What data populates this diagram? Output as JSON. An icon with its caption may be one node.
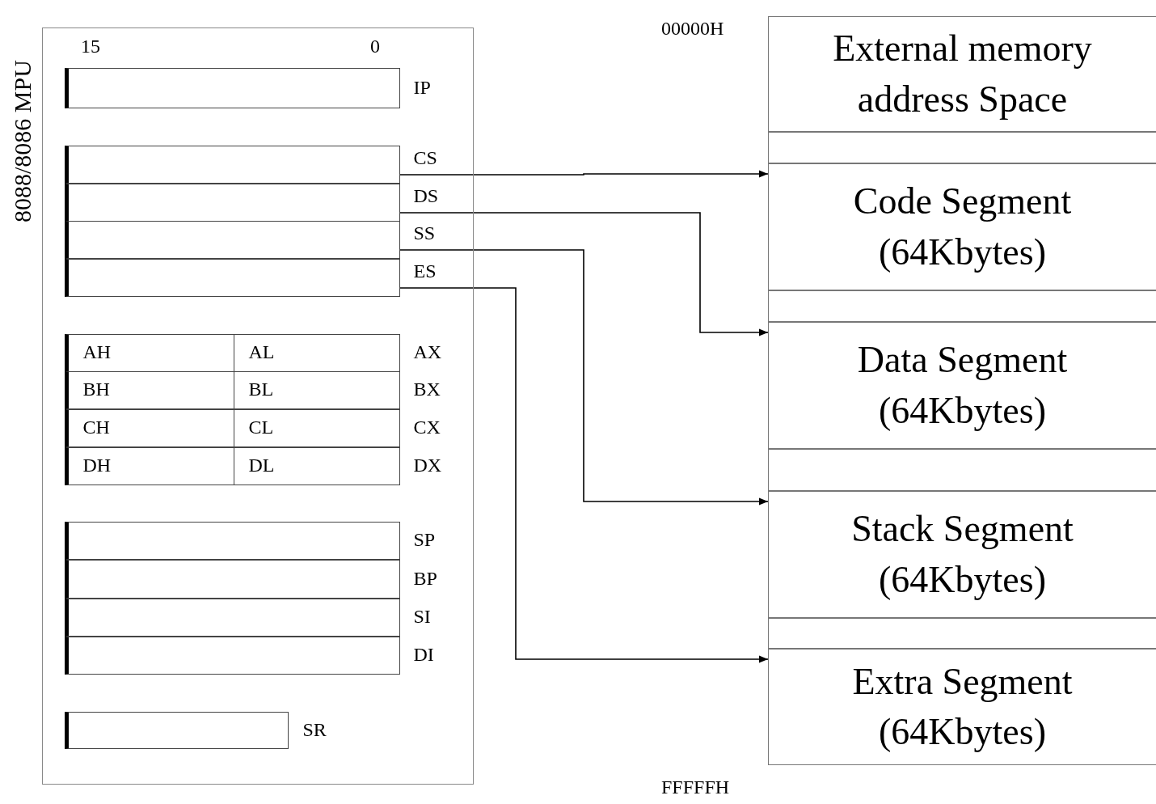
{
  "diagram": {
    "nodes": [
      {
        "text": [
          "8088/8086 MPU"
        ]
      },
      {
        "text": [],
        "shape": "box",
        "in": 0,
        "beside": [
          "IP"
        ]
      },
      {
        "text": [],
        "shape": "box",
        "in": 0,
        "beside": [
          "CS"
        ]
      },
      {
        "text": [],
        "shape": "box",
        "in": 0,
        "beside": [
          "DS"
        ]
      },
      {
        "text": [],
        "shape": "box",
        "in": 0,
        "beside": [
          "SS"
        ]
      },
      {
        "text": [],
        "shape": "box",
        "in": 0,
        "beside": [
          "ES"
        ]
      },
      {
        "text": [
          "AH",
          "AL"
        ],
        "in": 0,
        "beside": [
          "AX"
        ]
      },
      {
        "text": [
          "BH",
          "BL"
        ],
        "in": 0,
        "beside": [
          "BX"
        ]
      },
      {
        "text": [
          "CH",
          "CL"
        ],
        "in": 0,
        "beside": [
          "CX"
        ]
      },
      {
        "text": [
          "DH",
          "DL"
        ],
        "in": 0,
        "beside": [
          "DX"
        ]
      },
      {
        "text": [],
        "shape": "box",
        "in": 0,
        "beside": [
          "SP"
        ]
      },
      {
        "text": [],
        "shape": "box",
        "in": 0,
        "beside": [
          "BP"
        ]
      },
      {
        "text": [],
        "shape": "box",
        "in": 0,
        "beside": [
          "SI"
        ]
      },
      {
        "text": [],
        "shape": "box",
        "in": 0,
        "beside": [
          "DI"
        ]
      },
      {
        "text": [],
        "shape": "box",
        "in": 0,
        "beside": [
          "SR"
        ]
      },
      {
        "text": [
          "External memory address Space"
        ]
      },
      {
        "text": [],
        "shape": "box"
      },
      {
        "text": [
          "Code Segment (64Kbytes)"
        ]
      },
      {
        "text": [],
        "shape": "box"
      },
      {
        "text": [
          "Data Segment (64Kbytes)"
        ]
      },
      {
        "text": [],
        "shape": "box"
      },
      {
        "text": [
          "Stack Segment (64Kbytes)"
        ]
      },
      {
        "text": [],
        "shape": "box"
      },
      {
        "text": [
          "Extra Segment (64Kbytes)"
        ]
      }
    ],
    "edges": [
      {
        "from": 2,
        "to": 17,
        "arrow": "to"
      },
      {
        "from": 3,
        "to": 19,
        "arrow": "to"
      },
      {
        "from": 4,
        "to": 21,
        "arrow": "to"
      },
      {
        "from": 5,
        "to": 23,
        "arrow": "to"
      }
    ],
    "labels": [
      "15",
      "0",
      "00000H",
      "FFFFFH"
    ]
  }
}
